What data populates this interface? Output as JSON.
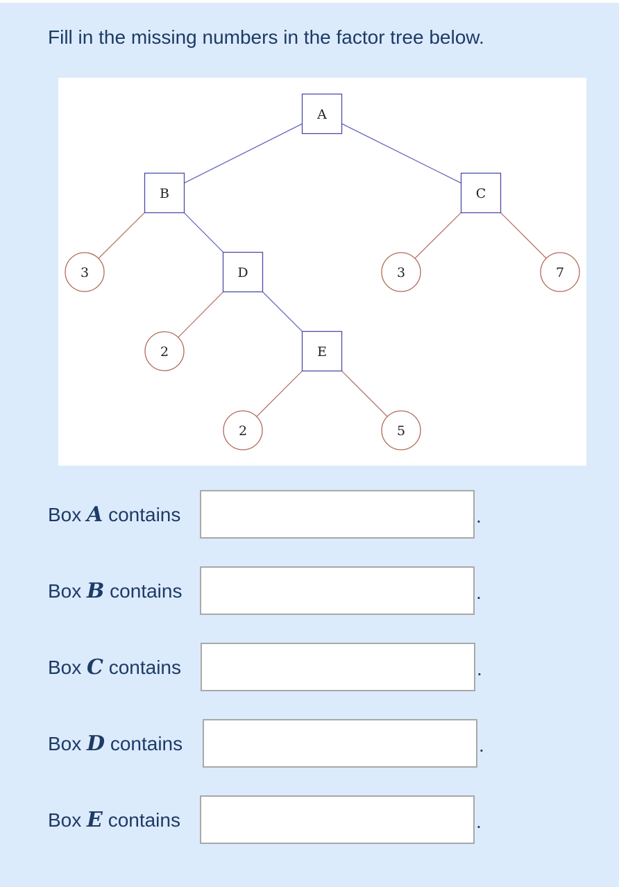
{
  "question": {
    "prompt": "Fill in the missing numbers in the factor tree below."
  },
  "factor_tree": {
    "line_colors": {
      "to_box": "#5a5ab8",
      "to_circle": "#b06a5a"
    },
    "box_border_color": "#4a4aa8",
    "circle_border_color": "#b06a5a",
    "nodes": [
      {
        "id": "A",
        "label": "A",
        "shape": "box",
        "parent": null
      },
      {
        "id": "B",
        "label": "B",
        "shape": "box",
        "parent": "A"
      },
      {
        "id": "C",
        "label": "C",
        "shape": "box",
        "parent": "A"
      },
      {
        "id": "n3a",
        "label": "3",
        "shape": "circle",
        "parent": "B"
      },
      {
        "id": "D",
        "label": "D",
        "shape": "box",
        "parent": "B"
      },
      {
        "id": "n3b",
        "label": "3",
        "shape": "circle",
        "parent": "C"
      },
      {
        "id": "n7",
        "label": "7",
        "shape": "circle",
        "parent": "C"
      },
      {
        "id": "n2a",
        "label": "2",
        "shape": "circle",
        "parent": "D"
      },
      {
        "id": "E",
        "label": "E",
        "shape": "box",
        "parent": "D"
      },
      {
        "id": "n2b",
        "label": "2",
        "shape": "circle",
        "parent": "E"
      },
      {
        "id": "n5",
        "label": "5",
        "shape": "circle",
        "parent": "E"
      }
    ]
  },
  "answers": [
    {
      "prefix": "Box",
      "variable": "A",
      "suffix": "contains",
      "value": "",
      "period": "."
    },
    {
      "prefix": "Box",
      "variable": "B",
      "suffix": "contains",
      "value": "",
      "period": "."
    },
    {
      "prefix": "Box",
      "variable": "C",
      "suffix": "contains",
      "value": "",
      "period": "."
    },
    {
      "prefix": "Box",
      "variable": "D",
      "suffix": "contains",
      "value": "",
      "period": "."
    },
    {
      "prefix": "Box",
      "variable": "E",
      "suffix": "contains",
      "value": "",
      "period": "."
    }
  ]
}
